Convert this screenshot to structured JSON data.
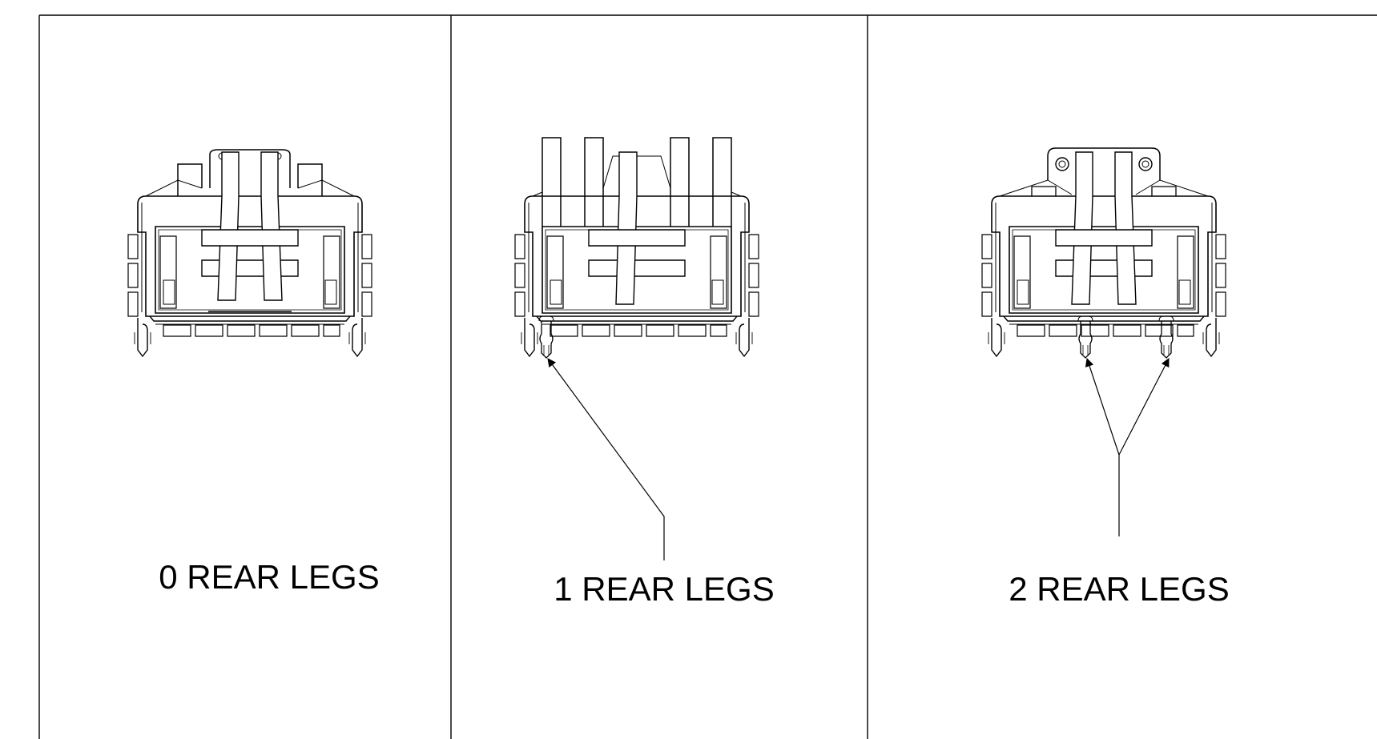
{
  "panels": [
    {
      "caption": "0 REAR LEGS",
      "rear_legs": 0
    },
    {
      "caption": "1 REAR LEGS",
      "rear_legs": 1
    },
    {
      "caption": "2 REAR LEGS",
      "rear_legs": 2
    }
  ],
  "colors": {
    "line": "#000000",
    "background": "#ffffff"
  }
}
